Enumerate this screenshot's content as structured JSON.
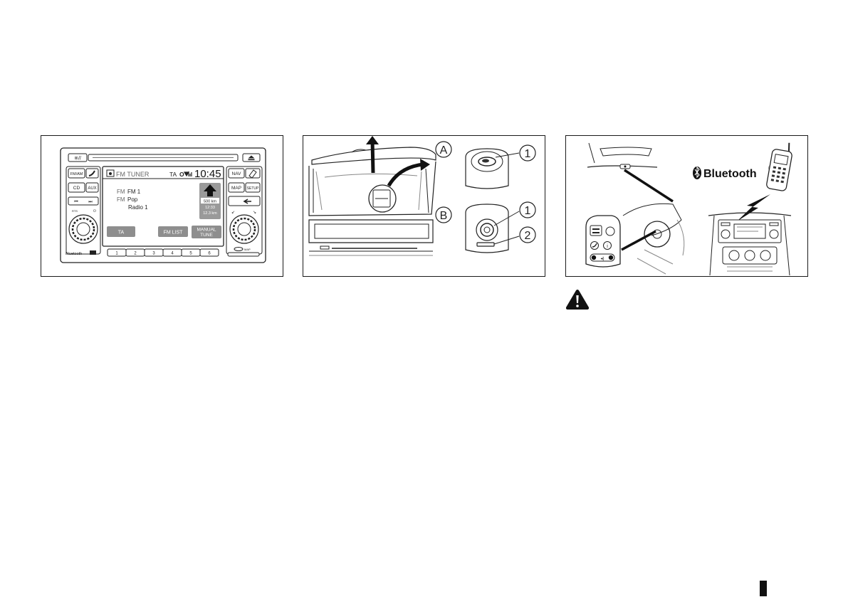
{
  "figure_audio_unit": {
    "screen_title": "FM TUNER",
    "status_ta": "TA",
    "clock": "10:45",
    "station_line1_prefix": "FM",
    "station_line1_name": "FM 1",
    "station_line2_prefix": "FM",
    "station_line2_name": "Pop",
    "station_line3": "Radio 1",
    "nav_distance": "500 km",
    "nav_time": "12:33",
    "nav_distance2": "12.3 km",
    "softkey_ta": "TA",
    "softkey_fm_list": "FM LIST",
    "softkey_manual_line1": "MANUAL",
    "softkey_manual_line2": "TUNE",
    "btn_fm_am": "FM/AM",
    "btn_cd": "CD",
    "btn_aux": "AUX",
    "btn_nav": "NAV",
    "btn_map": "MAP",
    "btn_setup": "SETUP",
    "brand_bluetooth": "Bluetooth",
    "map_slot_label": "MAP",
    "presets": [
      "1",
      "2",
      "3",
      "4",
      "5",
      "6"
    ]
  },
  "figure_aux_ports": {
    "callout_a": "A",
    "callout_b": "B",
    "callout_1a": "1",
    "callout_1b": "1",
    "callout_2": "2"
  },
  "figure_bluetooth": {
    "brand_text": "Bluetooth",
    "registered_mark": "®"
  }
}
